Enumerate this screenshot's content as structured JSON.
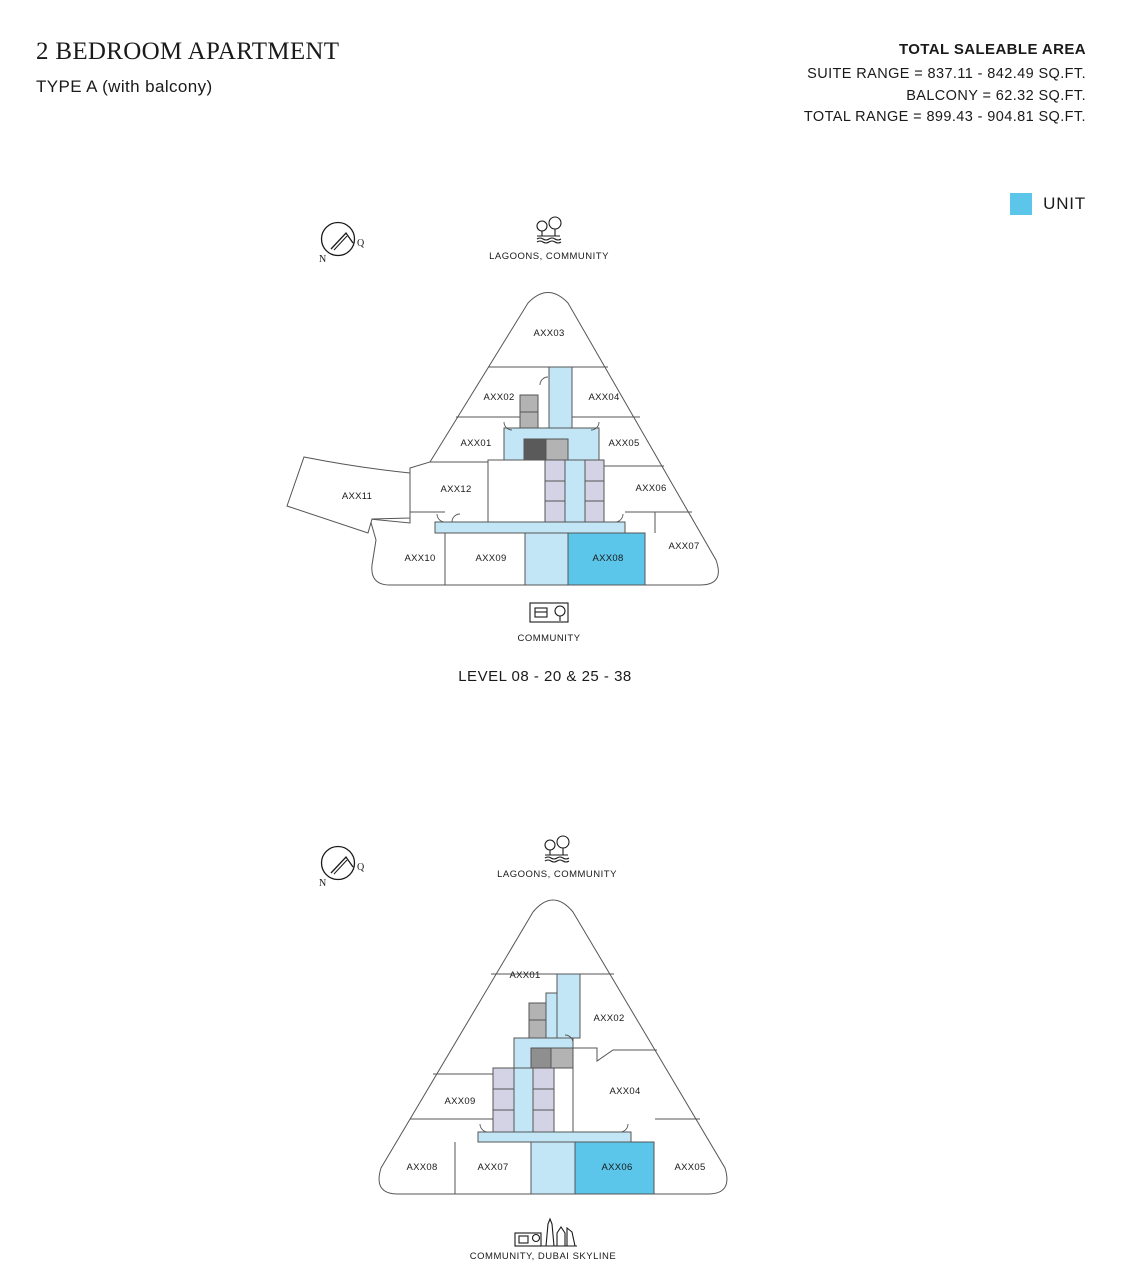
{
  "header": {
    "title": "2 BEDROOM APARTMENT",
    "subtitle": "TYPE A (with balcony)"
  },
  "area": {
    "heading": "TOTAL SALEABLE AREA",
    "suite": "SUITE RANGE = 837.11 - 842.49 SQ.FT.",
    "balcony": "BALCONY = 62.32 SQ.FT.",
    "total": "TOTAL RANGE = 899.43 - 904.81 SQ.FT."
  },
  "legend": {
    "label": "UNIT",
    "color": "#5bc6ea"
  },
  "colors": {
    "highlight": "#5bc6ea",
    "corridor": "#c3e6f6",
    "service": "#d4d3e6",
    "gray": "#b3b3b3",
    "dark": "#5a5a5a",
    "line": "#555555"
  },
  "compass": {
    "n": "N",
    "q": "Q"
  },
  "plan1": {
    "top_view": "LAGOONS, COMMUNITY",
    "bottom_view": "COMMUNITY",
    "level": "LEVEL 08 - 20 & 25 - 38",
    "units": {
      "u01": "AXX01",
      "u02": "AXX02",
      "u03": "AXX03",
      "u04": "AXX04",
      "u05": "AXX05",
      "u06": "AXX06",
      "u07": "AXX07",
      "u08": "AXX08",
      "u09": "AXX09",
      "u10": "AXX10",
      "u11": "AXX11",
      "u12": "AXX12"
    }
  },
  "plan2": {
    "top_view": "LAGOONS, COMMUNITY",
    "bottom_view": "COMMUNITY, DUBAI SKYLINE",
    "units": {
      "u01": "AXX01",
      "u02": "AXX02",
      "u04": "AXX04",
      "u05": "AXX05",
      "u06": "AXX06",
      "u07": "AXX07",
      "u08": "AXX08",
      "u09": "AXX09"
    }
  }
}
